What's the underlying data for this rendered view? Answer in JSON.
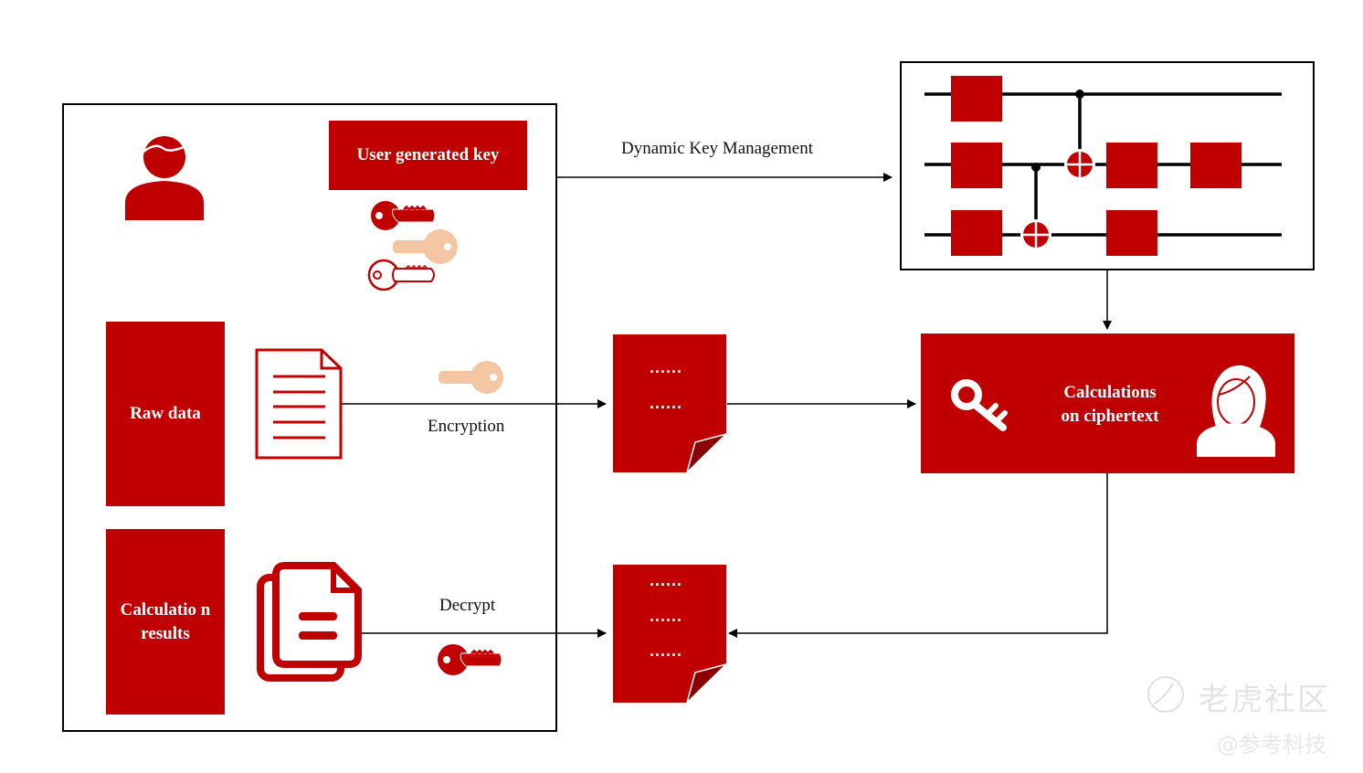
{
  "colors": {
    "brand_red": "#c00000",
    "peach": "#f4c6a4",
    "dark_red": "#8b0000",
    "line": "#000000"
  },
  "user_panel": {
    "key_box_label": "User generated key",
    "raw_data_label": "Raw data",
    "results_label": "Calculatio n results",
    "icons": [
      "user-icon",
      "key-red-icon",
      "key-peach-icon",
      "key-outline-icon",
      "document-icon",
      "documents-copy-icon"
    ]
  },
  "edges": {
    "dynamic_key_label": "Dynamic Key Management",
    "encryption_label": "Encryption",
    "decrypt_label": "Decrypt"
  },
  "ciphertext_docs": {
    "encrypted": {
      "lines": [
        "......",
        "......"
      ]
    },
    "decrypted": {
      "lines": [
        "......",
        "......",
        "......"
      ]
    }
  },
  "quantum_circuit": {
    "wires": 3,
    "gates": [
      {
        "wire": 1,
        "column": 1
      },
      {
        "wire": 2,
        "column": 1
      },
      {
        "wire": 3,
        "column": 1
      },
      {
        "wire": 2,
        "column": 4
      },
      {
        "wire": 3,
        "column": 4
      },
      {
        "wire": 2,
        "column": 5
      }
    ],
    "cnots": [
      {
        "control": 2,
        "target": 3,
        "column": 2
      },
      {
        "control": 1,
        "target": 2,
        "column": 3
      }
    ]
  },
  "server": {
    "label_line1": "Calculations",
    "label_line2": "on ciphertext",
    "icons": [
      "skeleton-key-icon",
      "woman-user-icon"
    ]
  },
  "watermark": {
    "line1": "老虎社区",
    "line2": "@参考科技"
  }
}
